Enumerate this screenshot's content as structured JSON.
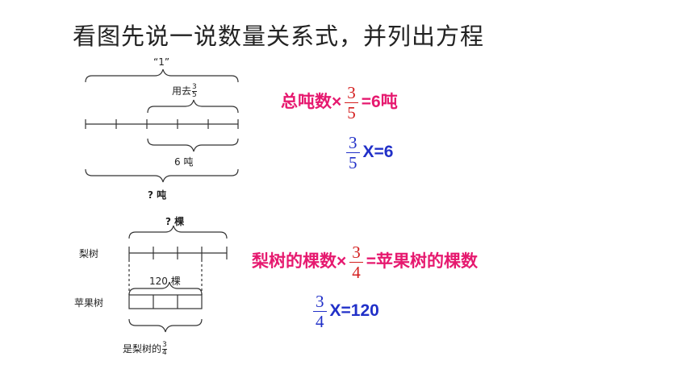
{
  "heading": "看图先说一说数量关系式，并列出方程",
  "diagram1": {
    "top_label": "“1”",
    "used_label": "用去",
    "used_frac": {
      "num": "3",
      "den": "5"
    },
    "six_label": "6 吨",
    "question_label": "? 吨"
  },
  "diagram2": {
    "top_label": "? 棵",
    "pear_label": "梨树",
    "count_label": "120 棵",
    "apple_label": "苹果树",
    "bottom_label": "是梨树的",
    "bottom_frac": {
      "num": "3",
      "den": "4"
    }
  },
  "eq1": {
    "prefix": "总吨数×",
    "frac": {
      "num": "3",
      "den": "5"
    },
    "suffix": "=6吨"
  },
  "eq2": {
    "frac": {
      "num": "3",
      "den": "5"
    },
    "suffix": "X=6"
  },
  "eq3": {
    "prefix": "梨树的棵数×",
    "frac": {
      "num": "3",
      "den": "4"
    },
    "suffix": "=苹果树的棵数"
  },
  "eq4": {
    "frac": {
      "num": "3",
      "den": "4"
    },
    "suffix": "X=120"
  },
  "colors": {
    "pink": "#e6196f",
    "red_fraction": "#d42020",
    "blue": "#2130c8"
  }
}
